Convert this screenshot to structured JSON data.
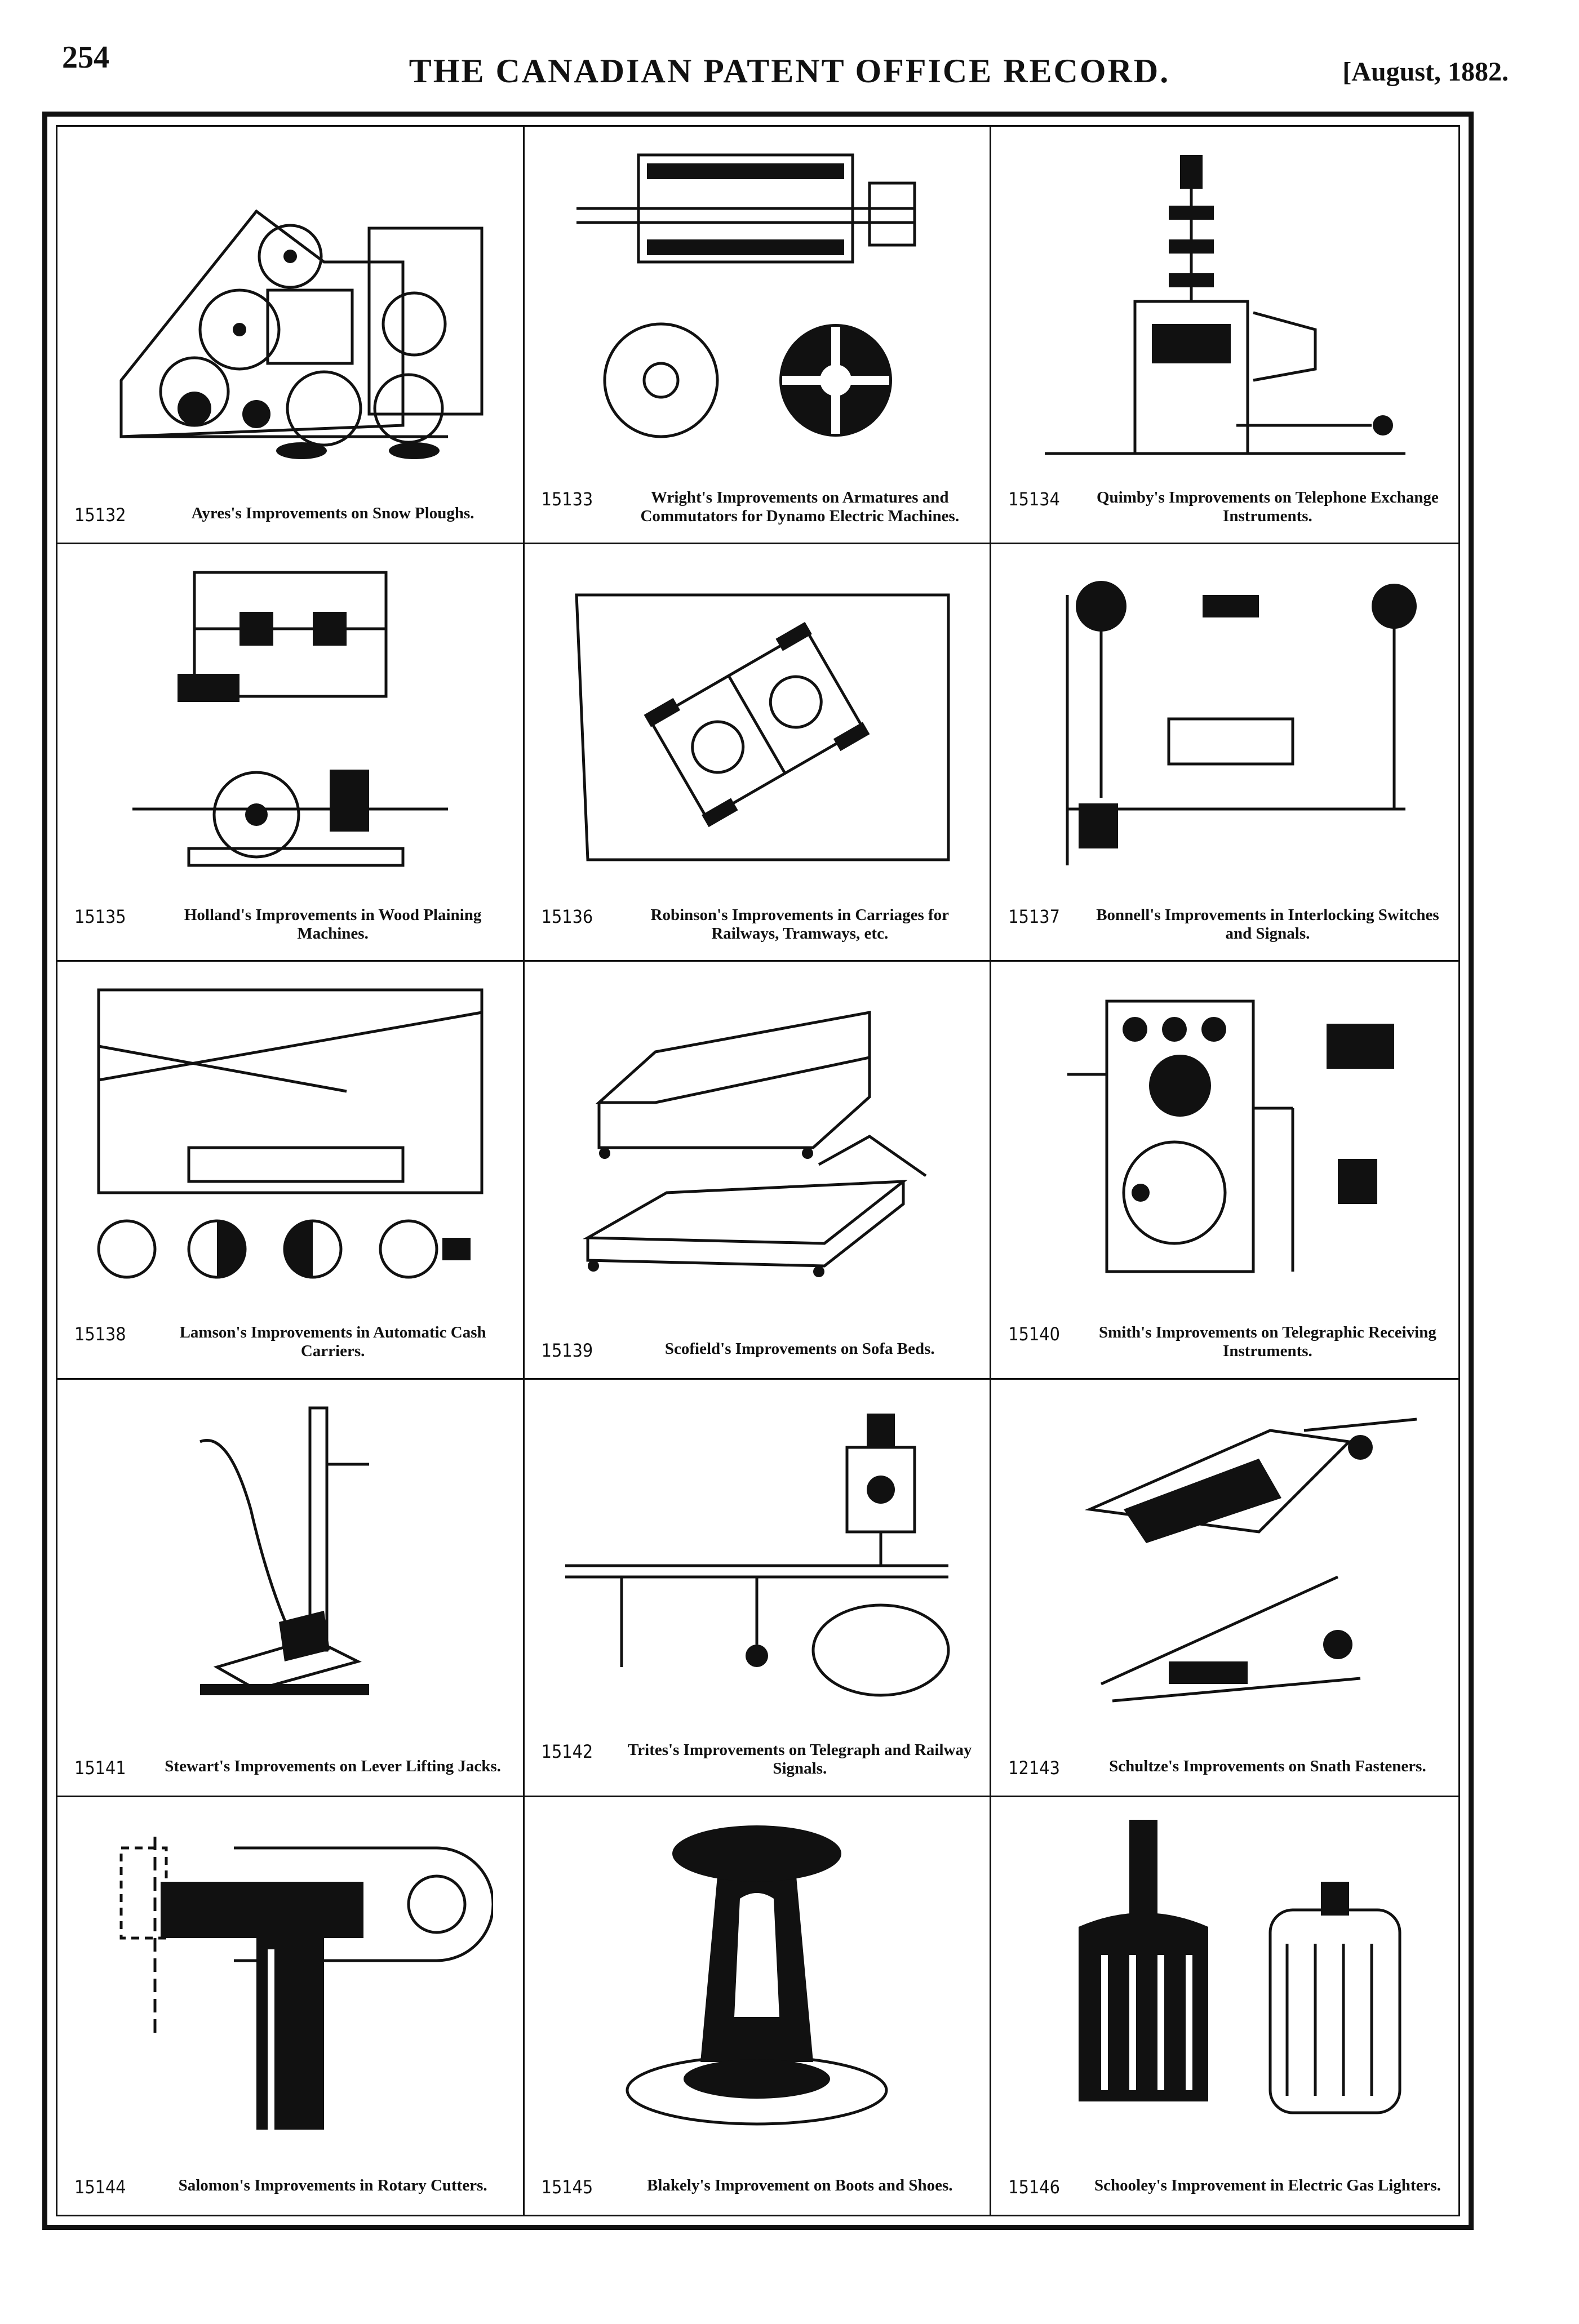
{
  "header": {
    "page_number": "254",
    "title": "THE CANADIAN PATENT OFFICE RECORD.",
    "date": "[August, 1882."
  },
  "patents": [
    {
      "number": "15132",
      "title": "Ayres's Improvements on Snow Ploughs."
    },
    {
      "number": "15133",
      "title": "Wright's Improvements on Armatures and Commutators for Dynamo Electric Machines."
    },
    {
      "number": "15134",
      "title": "Quimby's Improvements on Telephone Exchange Instruments."
    },
    {
      "number": "15135",
      "title": "Holland's Improvements in Wood Plaining Machines."
    },
    {
      "number": "15136",
      "title": "Robinson's Improvements in Carriages for Railways, Tramways, etc."
    },
    {
      "number": "15137",
      "title": "Bonnell's Improvements in Interlocking Switches and Signals."
    },
    {
      "number": "15138",
      "title": "Lamson's Improvements in Automatic Cash Carriers."
    },
    {
      "number": "15139",
      "title": "Scofield's Improvements on Sofa Beds."
    },
    {
      "number": "15140",
      "title": "Smith's Improvements on Telegraphic Receiving Instruments."
    },
    {
      "number": "15141",
      "title": "Stewart's Improvements on Lever Lifting Jacks."
    },
    {
      "number": "15142",
      "title": "Trites's Improvements on Telegraph and Railway Signals."
    },
    {
      "number": "12143",
      "title": "Schultze's Improvements on Snath Fasteners."
    },
    {
      "number": "15144",
      "title": "Salomon's Improvements in Rotary Cutters."
    },
    {
      "number": "15145",
      "title": "Blakely's Improvement on Boots and Shoes."
    },
    {
      "number": "15146",
      "title": "Schooley's Improvement in Electric Gas Lighters."
    }
  ]
}
